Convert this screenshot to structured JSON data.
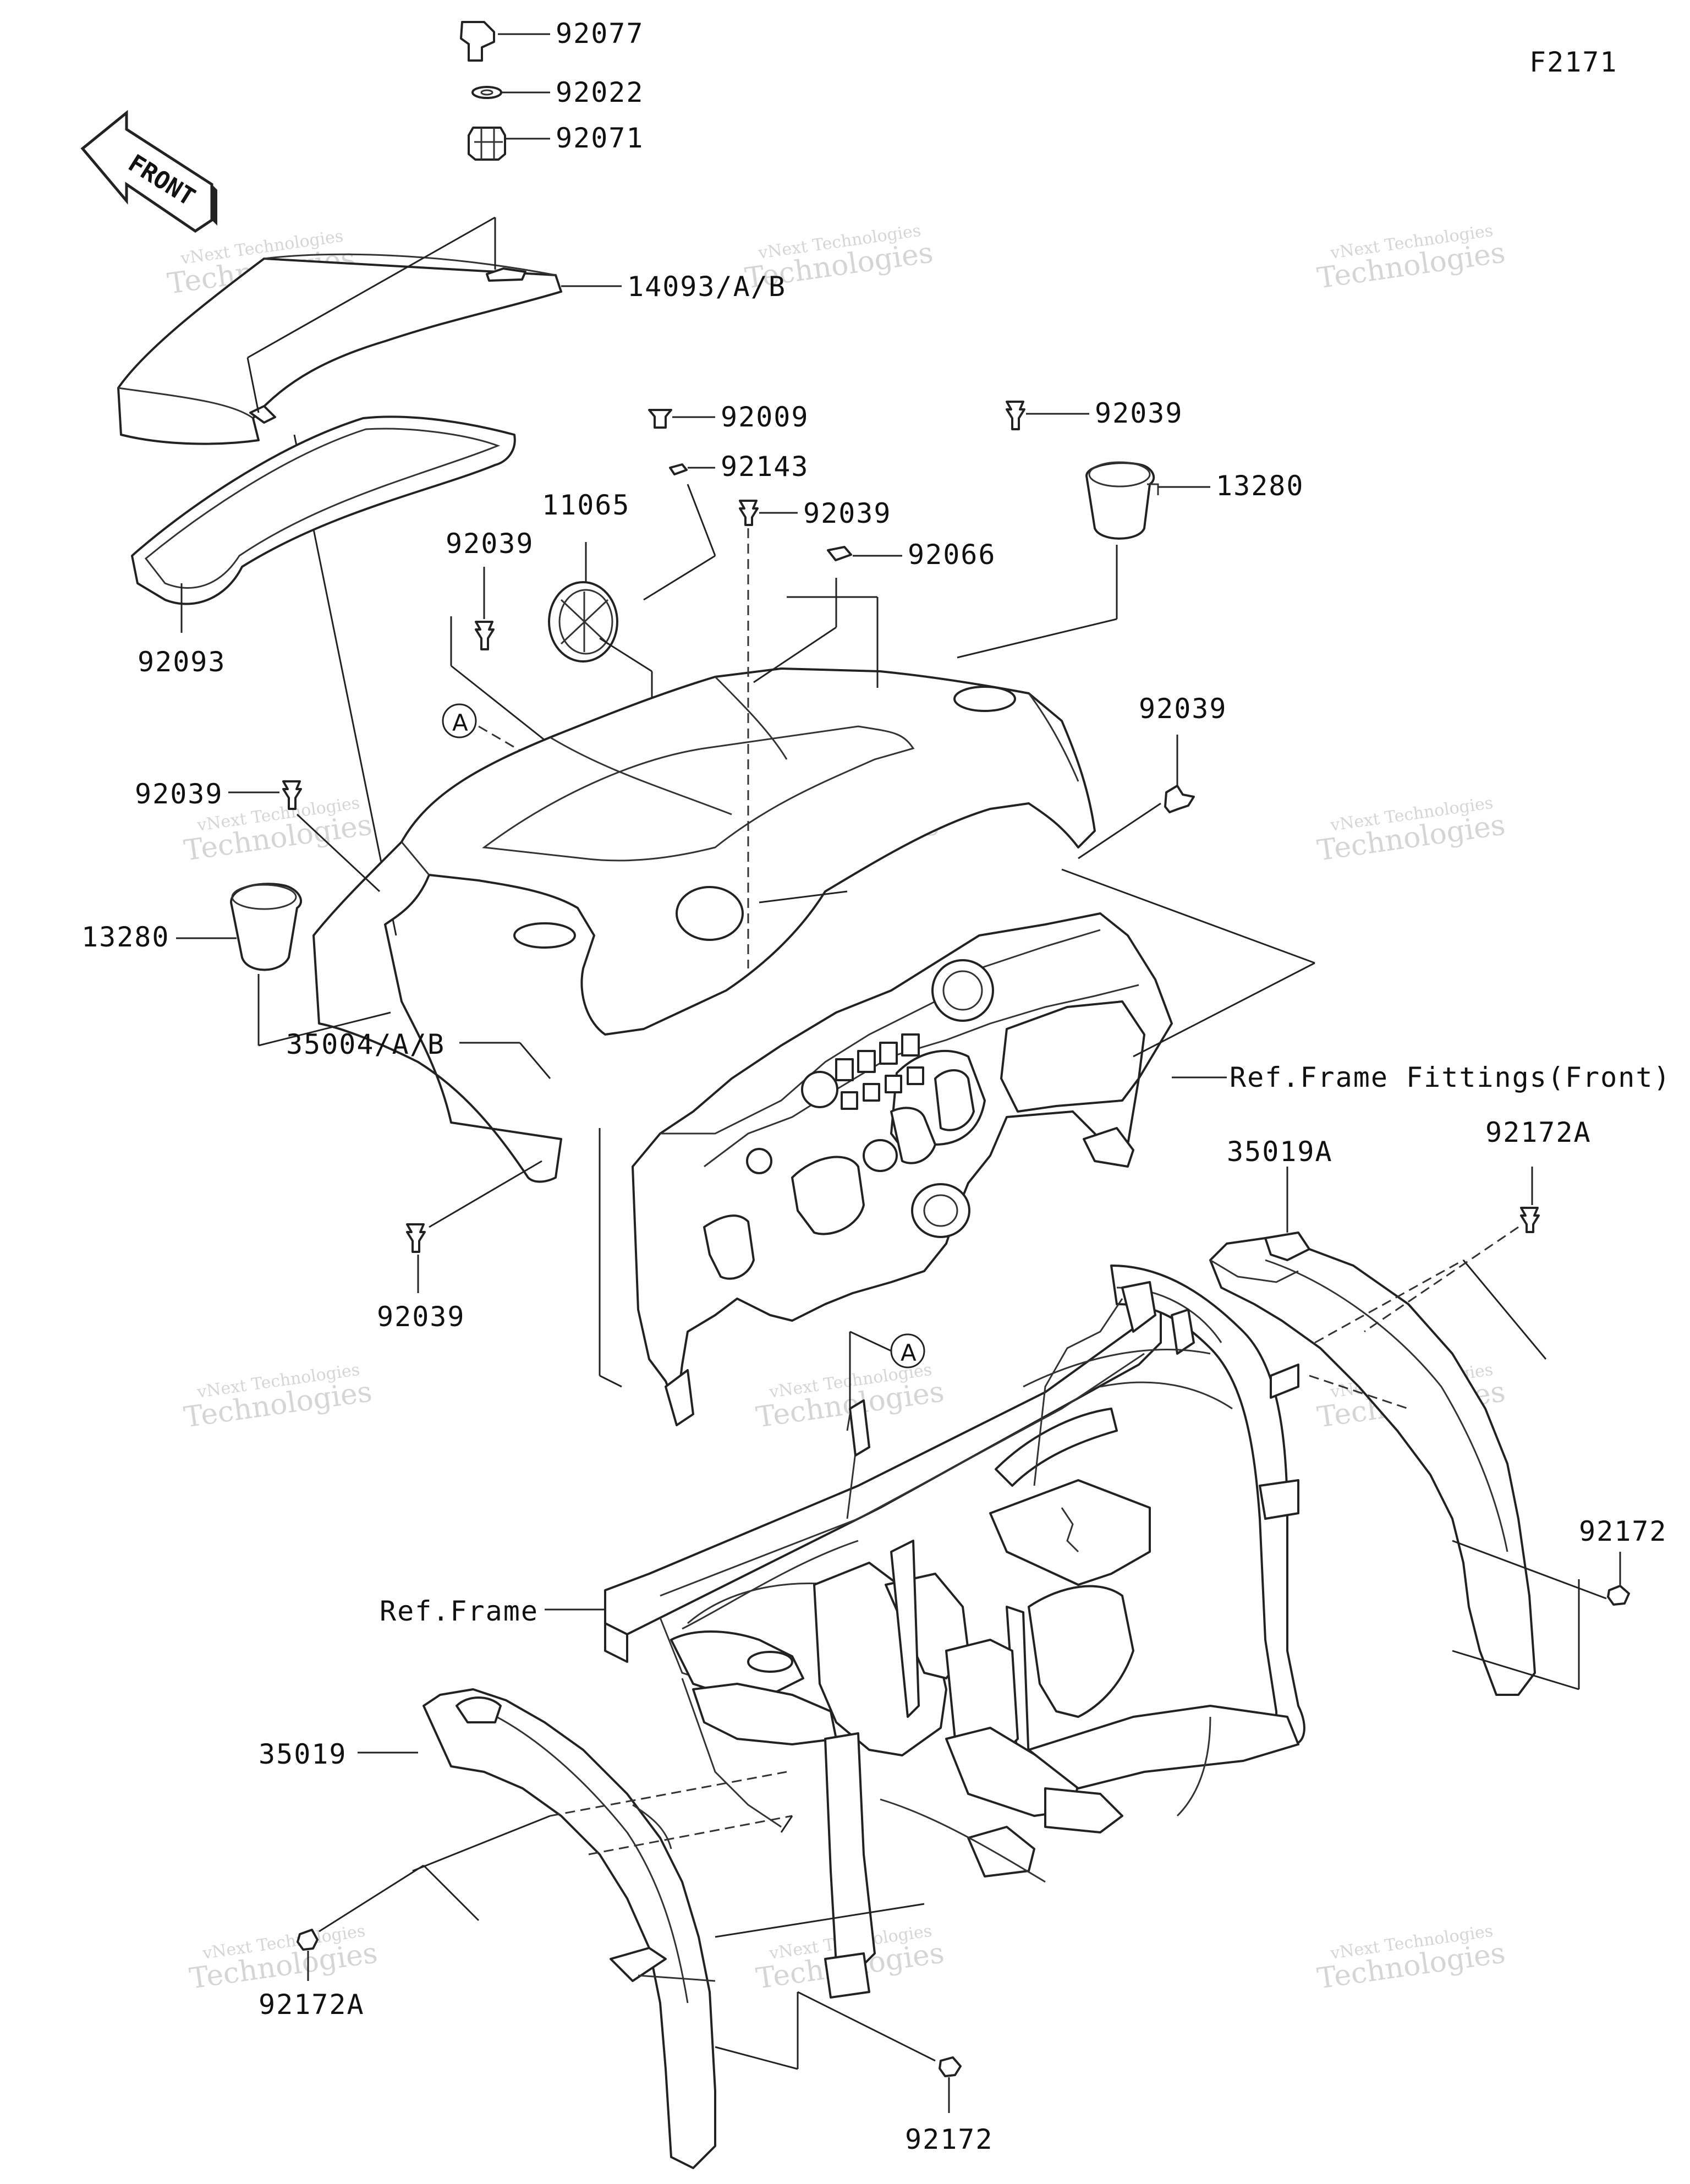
{
  "figure_code": "F2171",
  "front_label": "FRONT",
  "callout_A": "A",
  "watermark": {
    "line1": "vNext Technologies",
    "line2": "Technologies",
    "badge": "vNext"
  },
  "labels": {
    "p92077": "92077",
    "p92022": "92022",
    "p92071": "92071",
    "p14093": "14093/A/B",
    "p92009": "92009",
    "p92143": "92143",
    "p92039_top": "92039",
    "p92039_mid": "92039",
    "p13280_r": "13280",
    "p11065": "11065",
    "p92039_l": "92039",
    "p92066": "92066",
    "p92093": "92093",
    "p92039_r": "92039",
    "p92039_ll": "92039",
    "p13280_l": "13280",
    "ref_front": "Ref.Frame Fittings(Front)",
    "p35004": "35004/A/B",
    "p35019A": "35019A",
    "p92172A_r": "92172A",
    "p92039_b": "92039",
    "p92172_r": "92172",
    "ref_frame": "Ref.Frame",
    "p35019": "35019",
    "p92172A_l": "92172A",
    "p92172_b": "92172"
  }
}
